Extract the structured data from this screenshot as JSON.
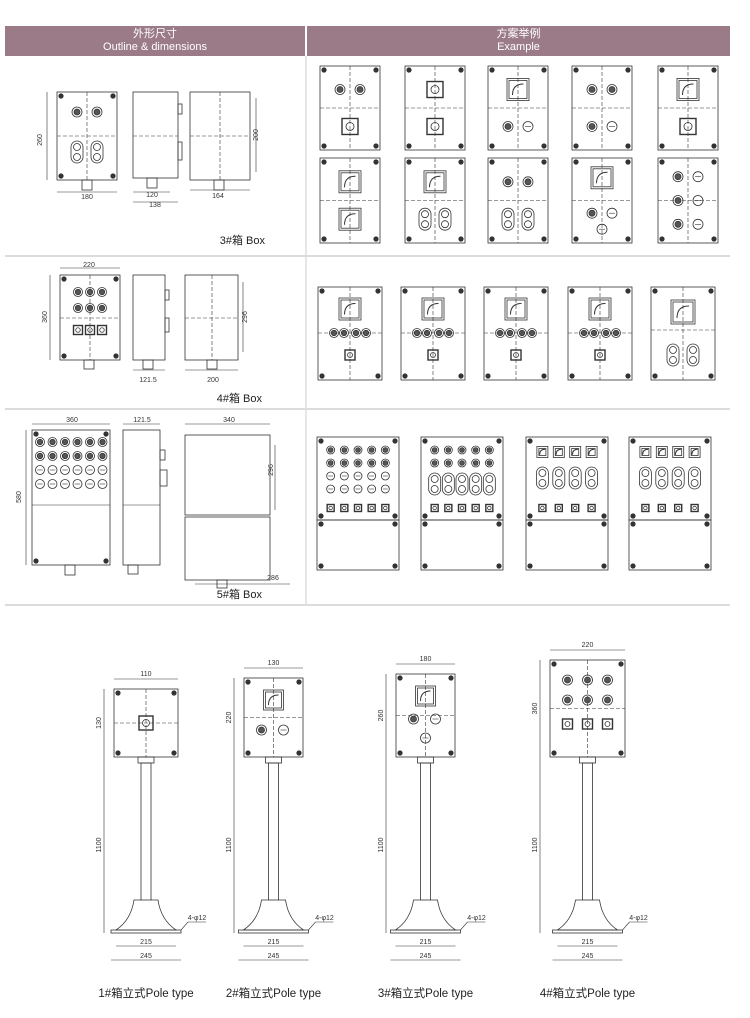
{
  "header": {
    "left": {
      "zh": "外形尺寸",
      "en": "Outline & dimensions"
    },
    "right": {
      "zh": "方案举例",
      "en": "Example"
    }
  },
  "box3": {
    "label": "3#箱 Box",
    "height": "260",
    "width": "180",
    "depth_inner": "120",
    "depth": "138",
    "back_width": "164",
    "mount": "200"
  },
  "box4": {
    "label": "4#箱 Box",
    "width": "220",
    "height": "360",
    "depth": "121.5",
    "mount": "296",
    "back_width": "200"
  },
  "box5": {
    "label": "5#箱 Box",
    "width": "360",
    "height": "580",
    "depth": "121.5",
    "back_width": "340",
    "mount": "296",
    "bottom": "286"
  },
  "poles": [
    {
      "caption": "1#箱立式Pole type",
      "width": "110",
      "height": "130",
      "pole": "1100",
      "holes": "4-φ12",
      "inner": "215",
      "outer": "245"
    },
    {
      "caption": "2#箱立式Pole type",
      "width": "130",
      "height": "220",
      "pole": "1100",
      "holes": "4-φ12",
      "inner": "215",
      "outer": "245"
    },
    {
      "caption": "3#箱立式Pole type",
      "width": "180",
      "height": "260",
      "pole": "1100",
      "holes": "4-φ12",
      "inner": "215",
      "outer": "245"
    },
    {
      "caption": "4#箱立式Pole type",
      "width": "220",
      "height": "360",
      "pole": "1100",
      "holes": "4-φ12",
      "inner": "215",
      "outer": "245"
    }
  ],
  "colors": {
    "header": "#9b7b88",
    "line": "#333333"
  }
}
